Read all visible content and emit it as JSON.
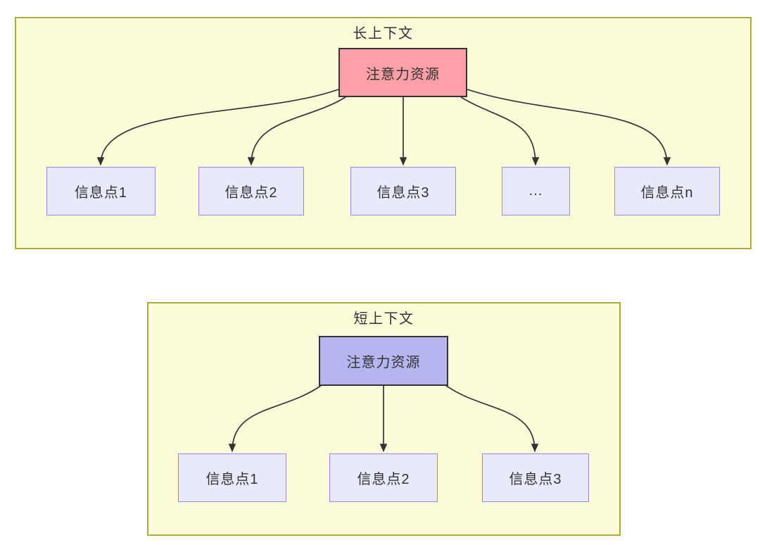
{
  "diagram": {
    "type": "flowchart-comparison",
    "panels": [
      {
        "title": "长上下文",
        "root": {
          "label": "注意力资源",
          "fill": "#ff9fa7"
        },
        "children": [
          {
            "label": "信息点1"
          },
          {
            "label": "信息点2"
          },
          {
            "label": "信息点3"
          },
          {
            "label": "..."
          },
          {
            "label": "信息点n"
          }
        ]
      },
      {
        "title": "短上下文",
        "root": {
          "label": "注意力资源",
          "fill": "#b5b5f2"
        },
        "children": [
          {
            "label": "信息点1"
          },
          {
            "label": "信息点2"
          },
          {
            "label": "信息点3"
          }
        ]
      }
    ],
    "colors": {
      "panel_bg": "#fcfcdb",
      "panel_border": "#acac38",
      "node_bg": "#e9e9fc",
      "node_border": "#9b87e0",
      "root_border": "#333333",
      "arrow": "#333333",
      "text": "#333333"
    }
  }
}
